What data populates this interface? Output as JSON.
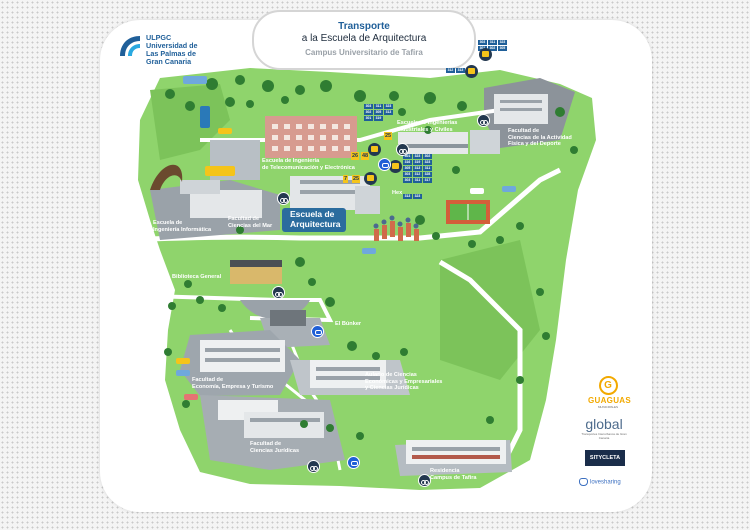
{
  "header": {
    "title_line1": "Transporte",
    "title_line2": "a la Escuela de Arquitectura",
    "subtitle": "Campus Universitario de Tafira"
  },
  "university": {
    "acronym": "ULPGC",
    "name_line1": "Universidad de",
    "name_line2": "Las Palmas de",
    "name_line3": "Gran Canaria"
  },
  "labels": {
    "ing_industriales": [
      "Escuela de Ingenierías",
      "Industriales y Civiles"
    ],
    "actividad_fisica": [
      "Facultad de",
      "Ciencias de la Actividad",
      "Física y del Deporte"
    ],
    "telecom": [
      "Escuela de Ingeniería",
      "de Telecomunicación y Electrónica"
    ],
    "arquitectura": [
      "Escuela de",
      "Arquitectura"
    ],
    "informatica": [
      "Escuela de",
      "Ingeniería Informática"
    ],
    "ciencias_mar": [
      "Facultad de",
      "Ciencias del Mar"
    ],
    "biblioteca": "Biblioteca General",
    "bunker": "El Búnker",
    "economia": [
      "Facultad de",
      "Economía, Empresa y Turismo"
    ],
    "aulario": [
      "Aulario de Ciencias",
      "Económicas y Empresariales",
      "y Ciencias Jurídicas"
    ],
    "juridicas": [
      "Facultad de",
      "Ciencias Jurídicas"
    ],
    "residencia": [
      "Residencia",
      "Campus de Tafira"
    ],
    "hex": "Hex"
  },
  "bus_lines": {
    "top_right": [
      "303",
      "311",
      "323",
      "301",
      "302",
      "305",
      "312",
      "313",
      "319"
    ],
    "center_left": [
      "303",
      "311",
      "323",
      "302",
      "305",
      "313",
      "301",
      "319"
    ],
    "center_right": [
      "301",
      "323",
      "302",
      "316",
      "319",
      "323",
      "305",
      "313",
      "311",
      "303",
      "312",
      "328",
      "303",
      "311",
      "317"
    ],
    "center_bottom": [
      "313",
      "323"
    ],
    "badge_25": "25",
    "badge_26": "26",
    "badge_48": "48",
    "badge_7": "7",
    "badge_25b": "25"
  },
  "sponsors": {
    "guaguas": "GUAGUAS",
    "guaguas_sub": "MUNICIPALES",
    "global": "global",
    "global_sub": "Transportes Interurbanos de Gran Canaria",
    "sitycleta": "SITYCLETA",
    "lovesharing": "lovesharing"
  },
  "colors": {
    "brand_blue": "#1f5f99",
    "grass": "#8fd46c",
    "grass_dark": "#4f9d3a",
    "road": "#bcc3c9",
    "accent_yellow": "#f5c41a"
  }
}
